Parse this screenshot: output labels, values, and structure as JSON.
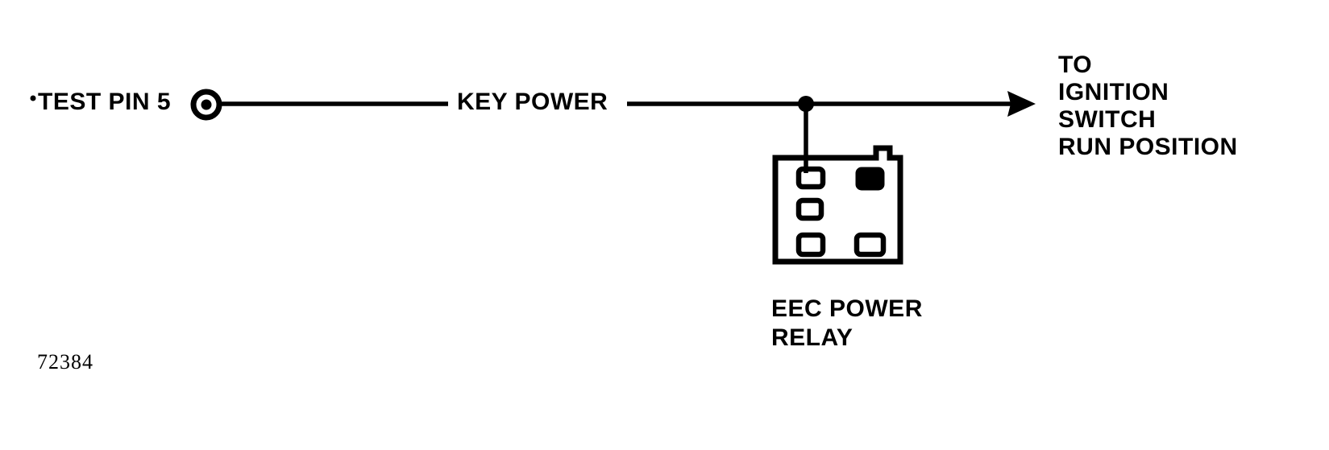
{
  "figure": {
    "number": "72384"
  },
  "nodes": {
    "test_pin": {
      "label": "TEST PIN 5",
      "symbol": "test-point-terminal"
    },
    "wire": {
      "label": "KEY POWER"
    },
    "relay": {
      "label_line1": "EEC POWER",
      "label_line2": "RELAY",
      "label": "EEC POWER\nRELAY",
      "symbol": "relay-connector",
      "terminals": [
        {
          "id": "terminal-left-top",
          "filled": false
        },
        {
          "id": "terminal-left-middle",
          "filled": false
        },
        {
          "id": "terminal-left-bottom",
          "filled": false
        },
        {
          "id": "terminal-right-top",
          "filled": true
        },
        {
          "id": "terminal-right-bottom",
          "filled": false
        }
      ]
    },
    "destination": {
      "line1": "TO",
      "line2": "IGNITION",
      "line3": "SWITCH",
      "line4": "RUN POSITION",
      "label": "TO\nIGNITION\nSWITCH\nRUN POSITION"
    }
  },
  "style": {
    "line_color": "#000000",
    "background": "#ffffff"
  }
}
